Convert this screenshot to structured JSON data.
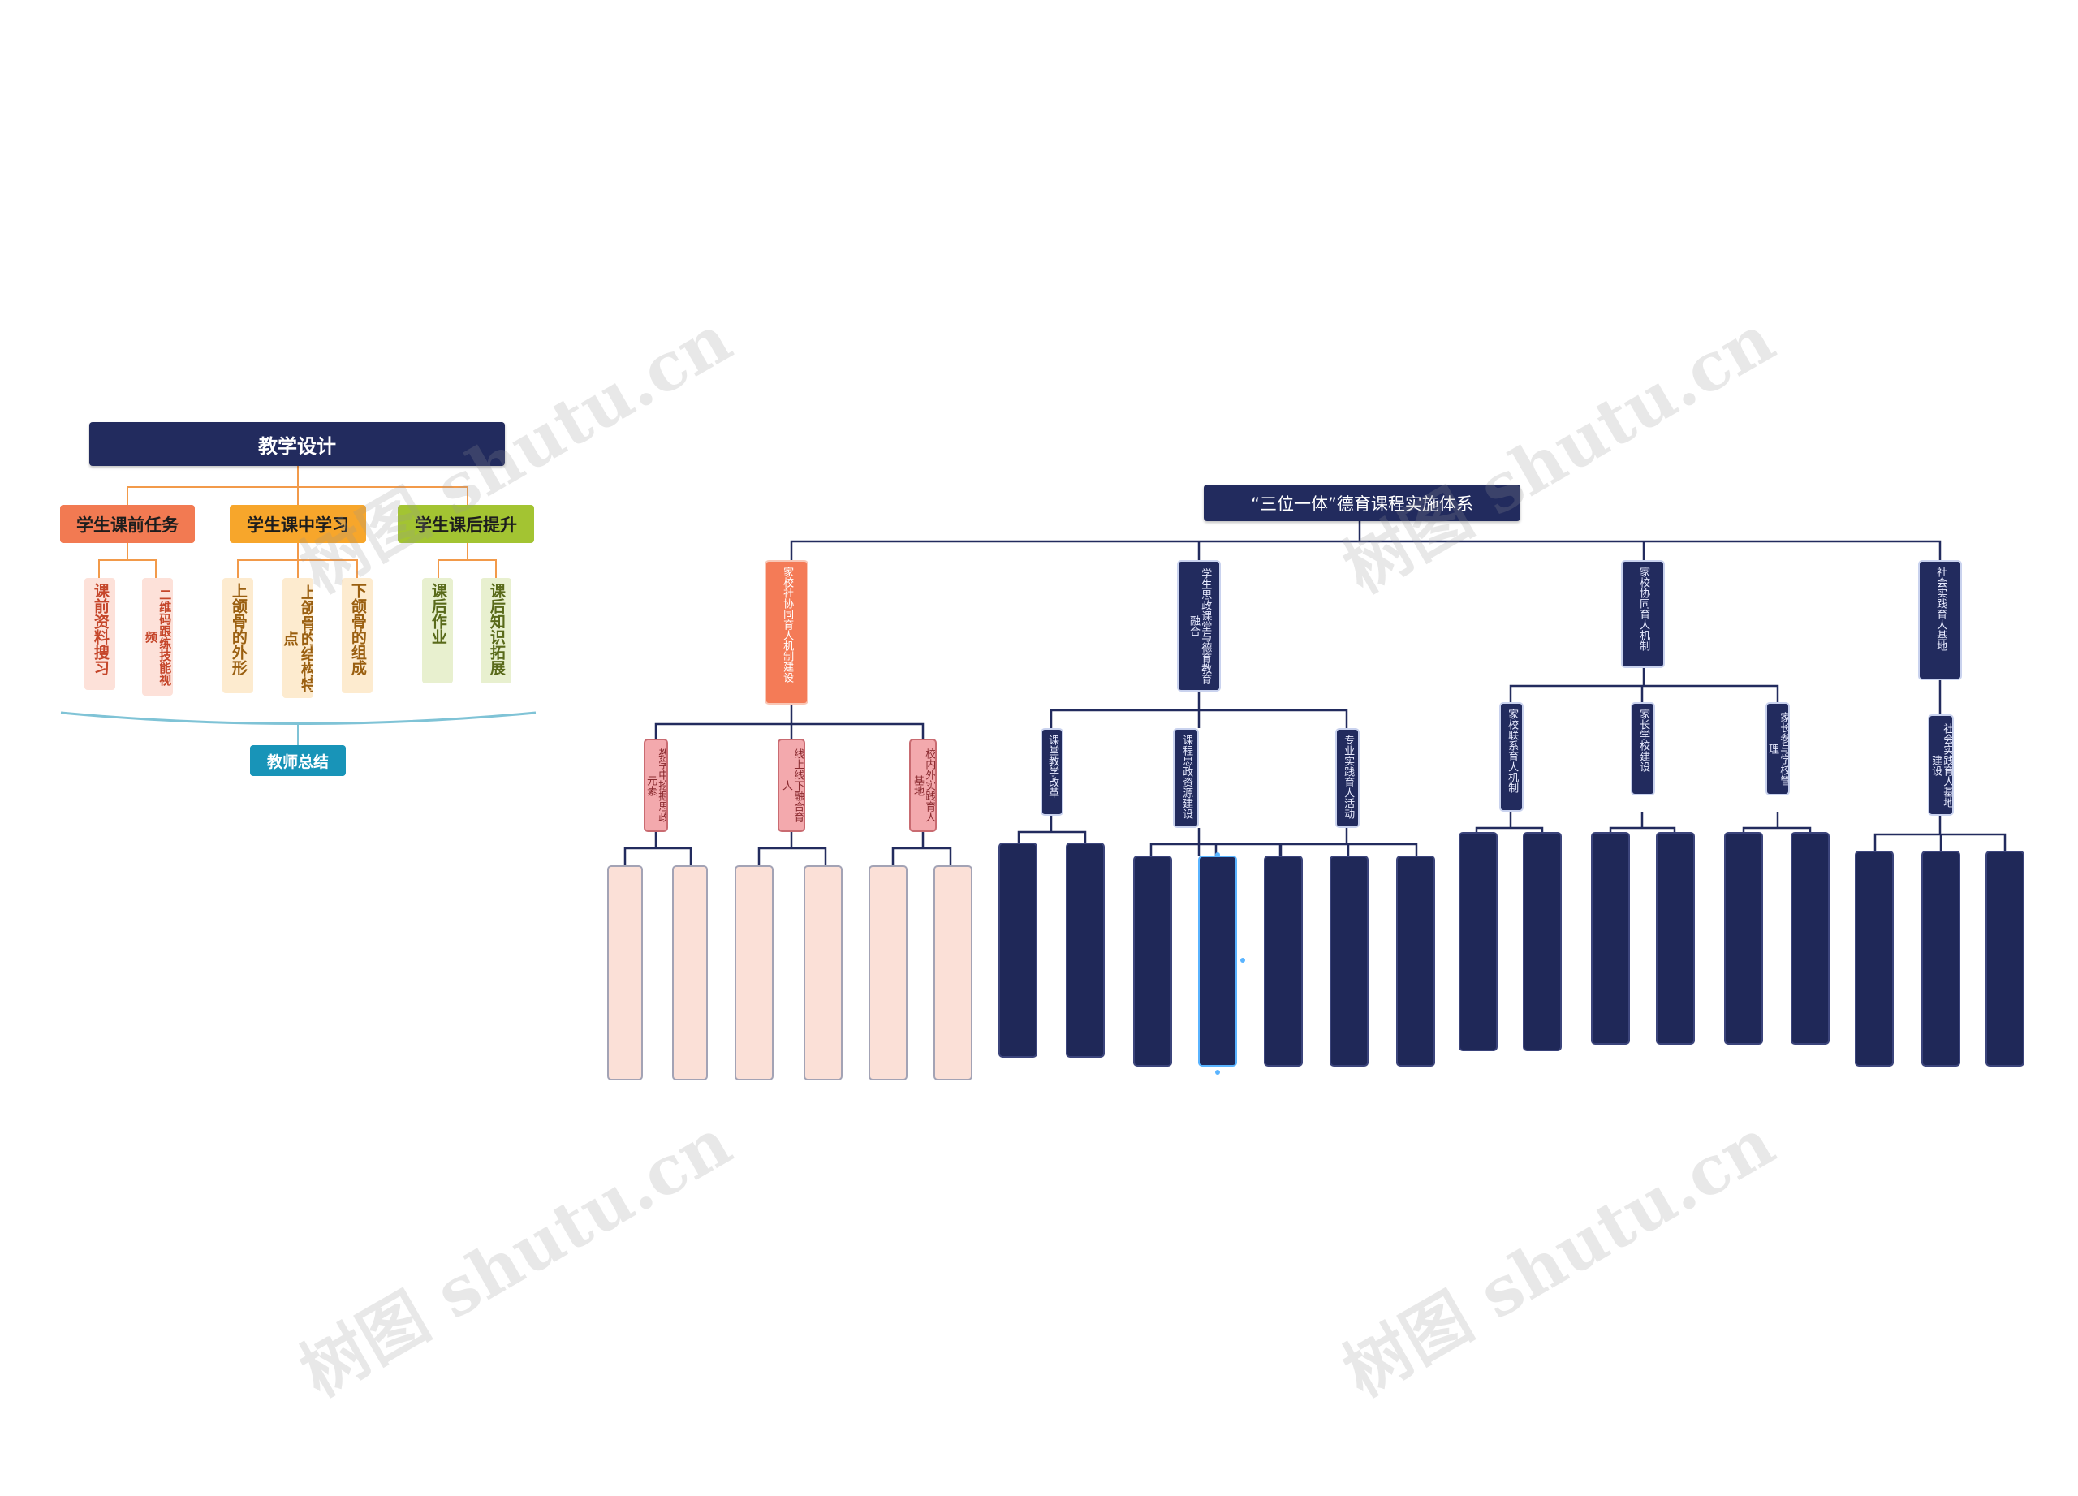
{
  "left_map": {
    "root": "教学设计",
    "categories": [
      {
        "label": "学生课前任务",
        "children": [
          "课前资料搜习",
          "二维码跟练技能视频"
        ]
      },
      {
        "label": "学生课中学习",
        "children": [
          "上颌骨的外形",
          "上颌骨的结构特点",
          "下颌骨的组成"
        ]
      },
      {
        "label": "学生课后提升",
        "children": [
          "课后作业",
          "课后知识拓展"
        ]
      }
    ],
    "summary": "教师总结"
  },
  "right_map": {
    "root": "“三位一体”德育课程实施体系",
    "branches": [
      {
        "label": "家校社协同育人机制建设",
        "subs": [
          "教学中挖掘思政元素",
          "线上线下融合育人",
          "校内外实践育人基地"
        ],
        "leaves": 6
      },
      {
        "label": "学生思政课堂与德育教育融合",
        "subs": [
          "课堂教学改革",
          "课程思政资源建设",
          "专业实践育人活动"
        ],
        "leaves": 7
      },
      {
        "label": "家校协同育人机制",
        "subs": [
          "家校联系育人机制",
          "家长学校建设",
          "家长参与学校管理"
        ],
        "leaves": 6
      },
      {
        "label": "社会实践育人基地",
        "subs": [
          "社会实践育人基地建设"
        ],
        "leaves": 3
      }
    ]
  },
  "watermark": "树图 shutu.cn",
  "colors": {
    "navy": "#222b5e",
    "orange": "#f27a52",
    "yellow": "#f7a62b",
    "green": "#a3c432",
    "teal": "#1894b8",
    "pink": "#f3a9ad"
  }
}
